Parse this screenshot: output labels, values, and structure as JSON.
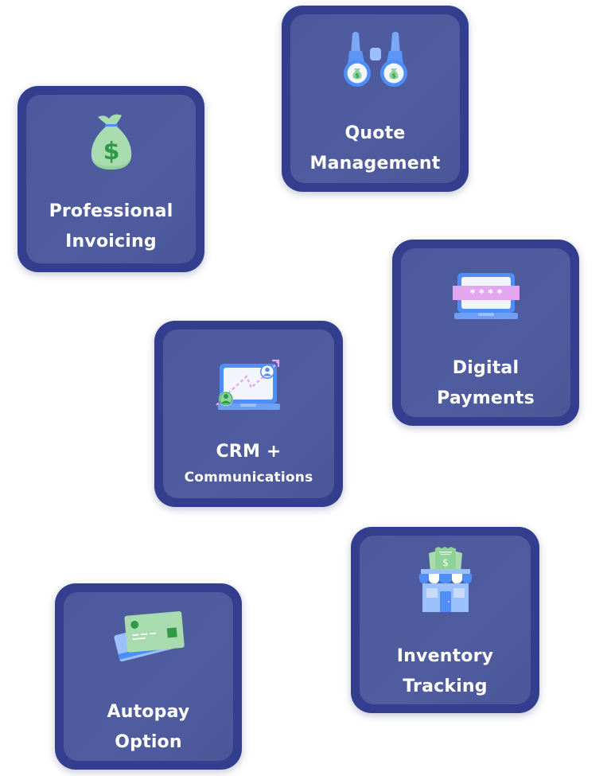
{
  "features": [
    {
      "id": "quote",
      "lines": [
        "Quote",
        "Management"
      ],
      "icon": "binoculars-icon"
    },
    {
      "id": "invoicing",
      "lines": [
        "Professional",
        "Invoicing"
      ],
      "icon": "money-bag-icon"
    },
    {
      "id": "payments",
      "lines": [
        "Digital",
        "Payments"
      ],
      "icon": "laptop-password-icon",
      "password_mask": "* * * *"
    },
    {
      "id": "crm",
      "lines": [
        "CRM +",
        "Communications"
      ],
      "icon": "laptop-growth-users-icon"
    },
    {
      "id": "inventory",
      "lines": [
        "Inventory",
        "Tracking"
      ],
      "icon": "storefront-cash-icon",
      "currency_symbol": "$"
    },
    {
      "id": "autopay",
      "lines": [
        "Autopay",
        "Option"
      ],
      "icon": "credit-cards-icon"
    }
  ],
  "icon_glyphs": {
    "dollar": "$"
  },
  "colors": {
    "card_border": "#333f8e",
    "card_fill": "#4d5b9e",
    "text": "#ffffff",
    "icon_green_light": "#a8dcae",
    "icon_green_dark": "#2f9a45",
    "icon_blue": "#4f8ef7",
    "icon_blue_light": "#9cc0fb",
    "icon_pink": "#e3a7ef"
  }
}
